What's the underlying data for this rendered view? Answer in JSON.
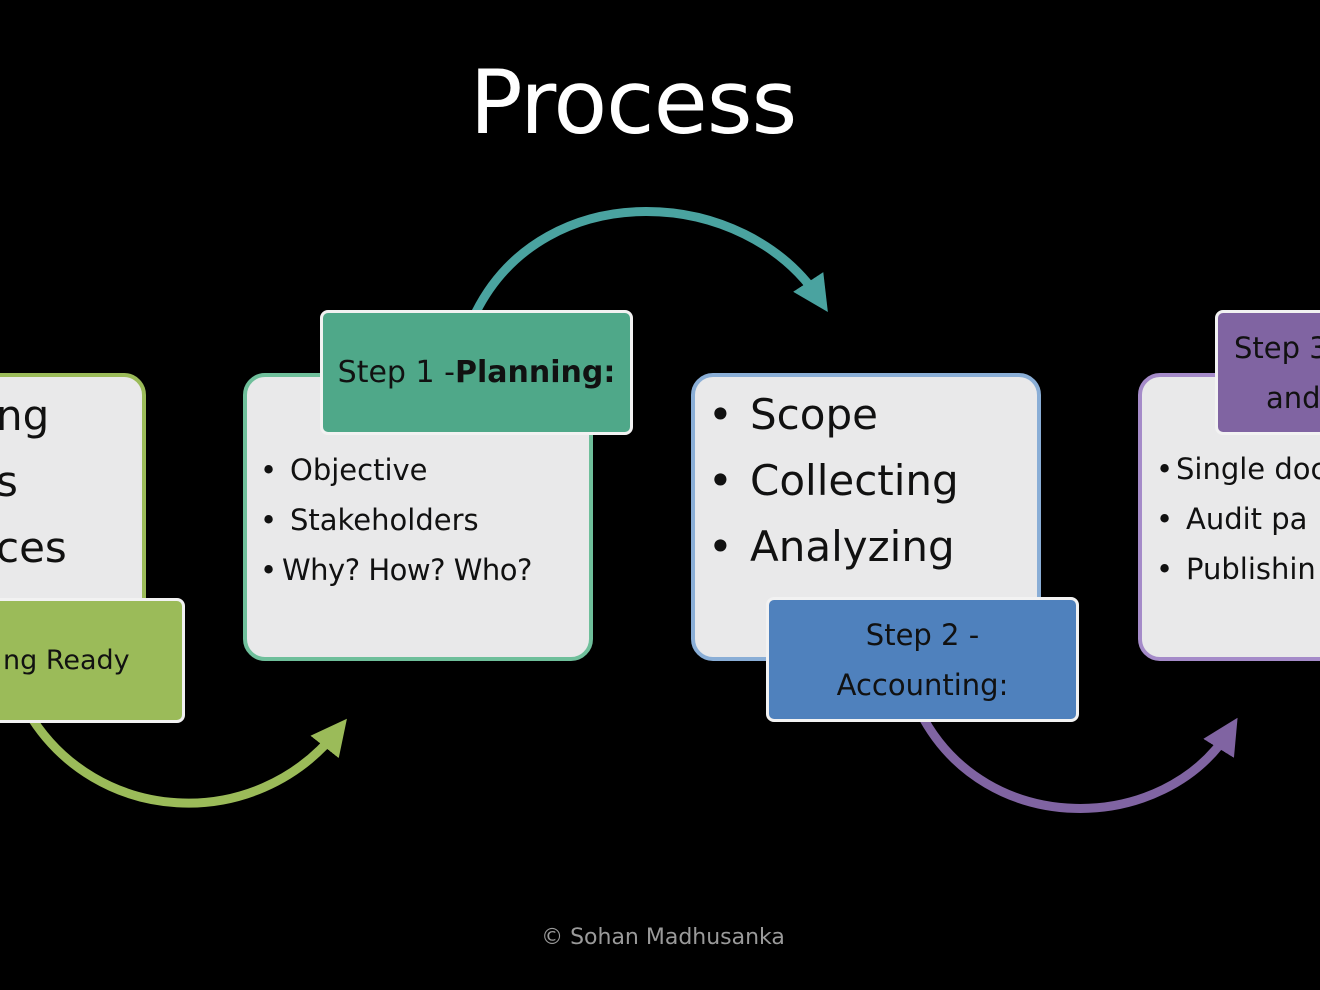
{
  "title": "Process",
  "colors": {
    "background": "#000000",
    "box_fill": "#e9e9ea",
    "green_light": "#9bbb59",
    "teal_green": "#4fa889",
    "blue": "#4f81bd",
    "purple": "#8064a2",
    "teal_arrow": "#4aa3a0"
  },
  "step0": {
    "bullets": [
      "ng",
      "s",
      "ces"
    ],
    "header": "ng Ready"
  },
  "step1": {
    "header_prefix": "Step 1 - ",
    "header_bold": "Planning:",
    "bullets": [
      "Objective",
      "Stakeholders",
      "Why? How? Who?"
    ]
  },
  "step2": {
    "header_line1": "Step 2 -",
    "header_line2": "Accounting:",
    "bullets": [
      "Scope",
      "Collecting",
      "Analyzing"
    ]
  },
  "step3": {
    "header_line1": "Step 3",
    "header_line2": "and",
    "bullets": [
      "Single doc",
      "Audit pa",
      "Publishin"
    ]
  },
  "bullet_char": "•",
  "credit": "© Sohan Madhusanka"
}
